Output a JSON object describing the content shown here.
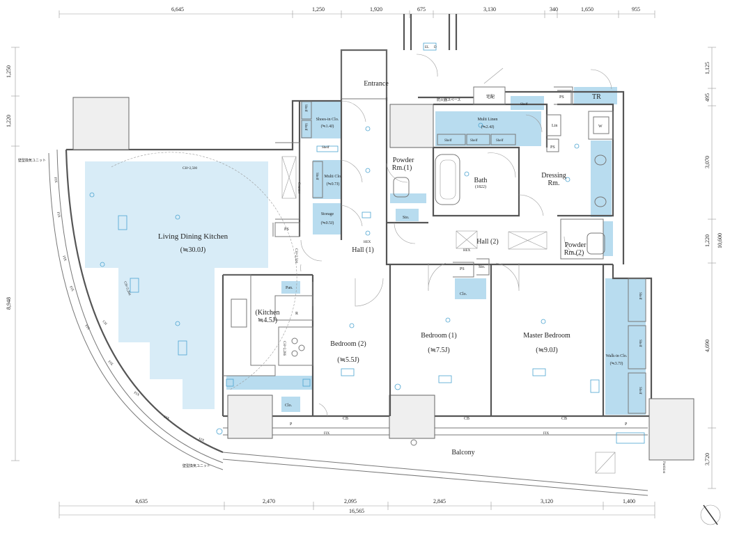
{
  "dims_top": [
    "6,645",
    "1,250",
    "1,920",
    "675",
    "3,130",
    "340",
    "1,650",
    "955"
  ],
  "dims_bottom": [
    "4,635",
    "2,470",
    "2,095",
    "2,845",
    "3,120",
    "1,400"
  ],
  "dim_total_bottom": "16,565",
  "dims_left": [
    "1,250",
    "1,220",
    "8,948"
  ],
  "dims_right": [
    "1,125",
    "495",
    "3,070",
    "1,220",
    "10,600",
    "4,690",
    "3,720"
  ],
  "rooms": {
    "ldk": "Living Dining Kitchen",
    "ldk_size": "(≒30.0J)",
    "kitchen": "(Kitchen",
    "kitchen_size": "≒4.5J)",
    "entrance": "Entrance",
    "bedroom2": "Bedroom (2)",
    "bedroom2_size": "(≒5.5J)",
    "bedroom1": "Bedroom (1)",
    "bedroom1_size": "(≒7.5J)",
    "master": "Master Bedroom",
    "master_size": "(≒9.0J)",
    "bath": "Bath",
    "bath_size": "(1822)",
    "dressing": "Dressing",
    "dressing2": "Rm.",
    "powder1": "Powder",
    "powder1b": "Rm.(1)",
    "powder2": "Powder",
    "powder2b": "Rm.(2)",
    "hall1": "Hall (1)",
    "hall2": "Hall (2)",
    "balcony": "Balcony",
    "multi_linen": "Multi Linen",
    "multi_linen_size": "(≒2.4J)",
    "shoes": "Shoes-in Clo.",
    "shoes_size": "(≒1.4J)",
    "multi_clo": "Multi Clo.",
    "multi_clo_size": "(≒0.7J)",
    "storage": "Storage",
    "storage_size": "(≒0.5J)",
    "walkin": "Walk-in Clo.",
    "walkin_size": "(≒3.7J)"
  },
  "labels": {
    "ps": "PS",
    "tr": "TR",
    "lin": "Lin",
    "w": "W",
    "clo": "Clo.",
    "sto": "Sto.",
    "pan": "Pan.",
    "r": "R",
    "p": "P",
    "cb": "CB",
    "fix": "FIX",
    "shelf": "Shelf",
    "counter": "Counter",
    "hex": "HEX",
    "ch2500": "CH=2,500",
    "ch2266": "CH=2,266",
    "takuhai": "宅配",
    "storage_space": "防火器スペース",
    "vent_unit": "壁型換気ユニット",
    "partition": "Partition",
    "ch": "CH",
    "el": "EL",
    "d": "D"
  },
  "colors": {
    "accent": "#b8dcef",
    "wall": "#555555"
  }
}
